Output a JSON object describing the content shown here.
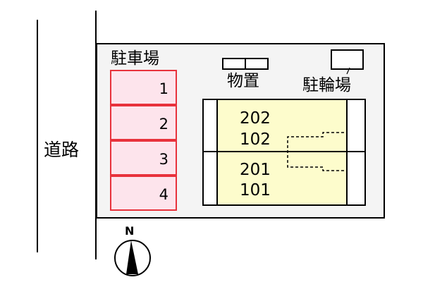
{
  "road": {
    "label": "道路"
  },
  "parking": {
    "label": "駐車場",
    "slots": [
      "1",
      "2",
      "3",
      "4"
    ],
    "fill": "#fde4ec",
    "border": "#e8323c"
  },
  "storage": {
    "label": "物置"
  },
  "bicycle_parking": {
    "label": "駐輪場"
  },
  "building": {
    "fill": "#fdfccc",
    "units_upper": [
      "202",
      "102"
    ],
    "units_lower": [
      "201",
      "101"
    ]
  },
  "compass": {
    "label": "N",
    "icon": "north-arrow-icon"
  }
}
